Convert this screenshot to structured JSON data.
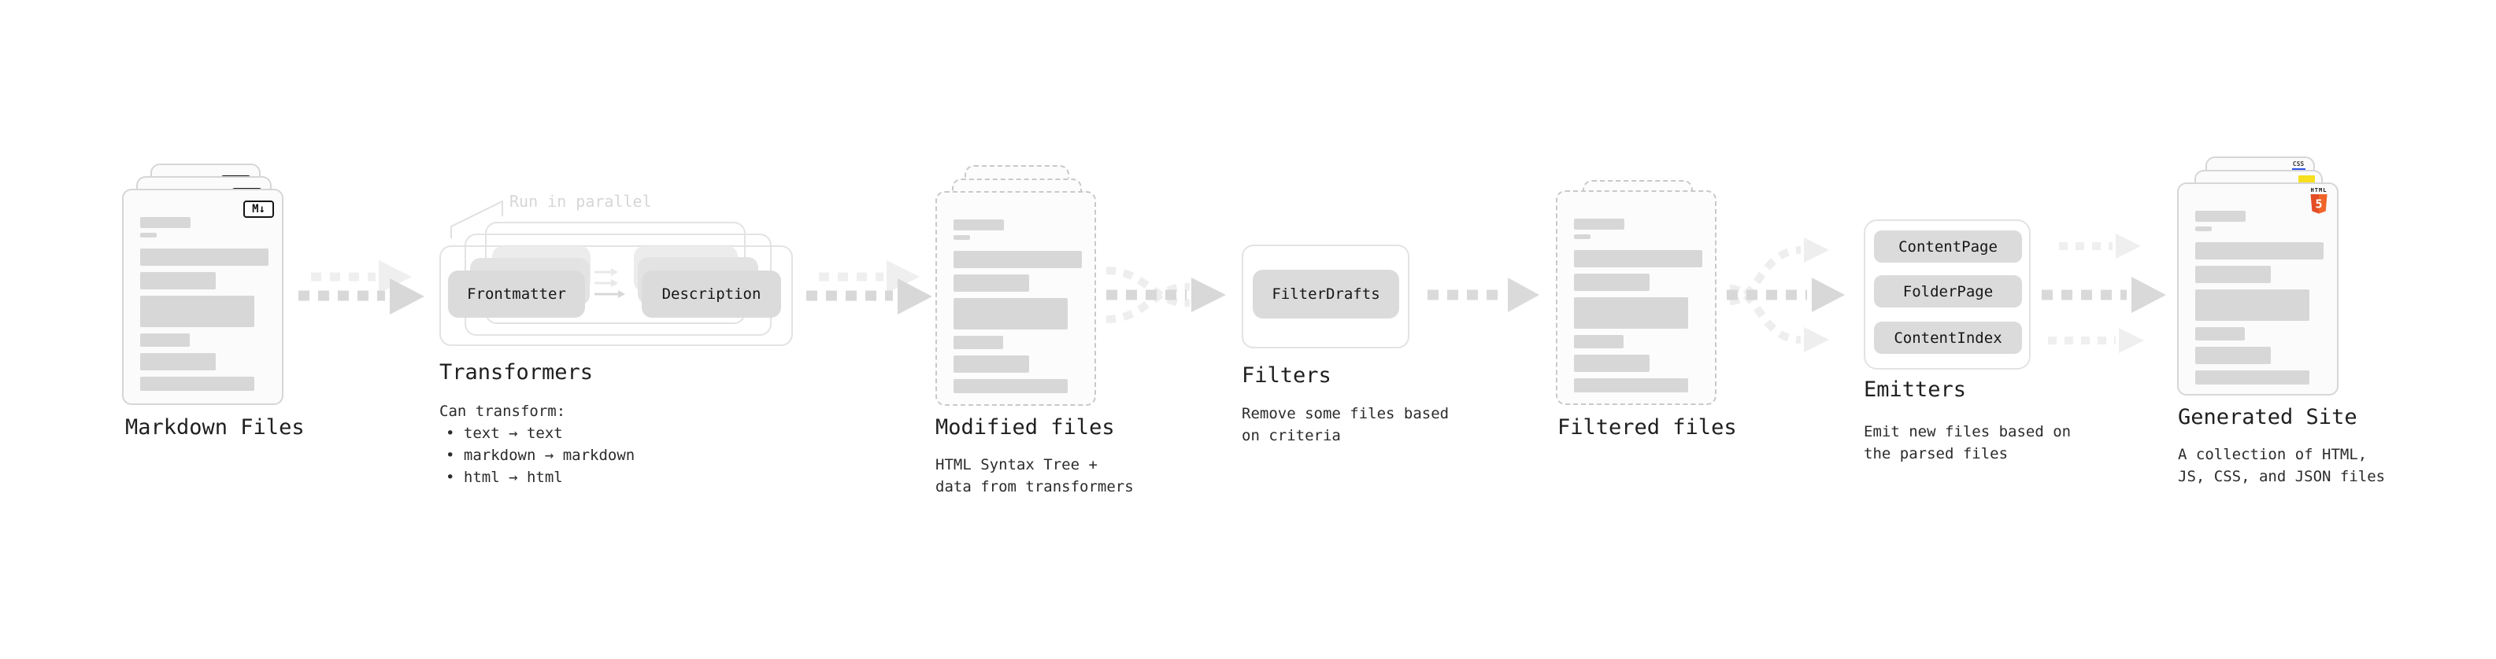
{
  "stages": {
    "markdown": {
      "label": "Markdown Files",
      "badge": "M↓"
    },
    "transformers": {
      "label": "Transformers",
      "note": "Run in parallel",
      "pill_left": "Frontmatter",
      "pill_right": "Description",
      "desc_title": "Can transform:",
      "bullets": [
        "• text → text",
        "• markdown → markdown",
        "• html → html"
      ]
    },
    "modified": {
      "label": "Modified files",
      "desc_lines": [
        "HTML Syntax Tree +",
        "data from transformers"
      ]
    },
    "filters": {
      "label": "Filters",
      "pill": "FilterDrafts",
      "desc_lines": [
        "Remove some files based",
        "on criteria"
      ]
    },
    "filtered": {
      "label": "Filtered files"
    },
    "emitters": {
      "label": "Emitters",
      "pills": [
        "ContentPage",
        "FolderPage",
        "ContentIndex"
      ],
      "desc_lines": [
        "Emit new files based on",
        "the parsed files"
      ]
    },
    "generated": {
      "label": "Generated Site",
      "desc_lines": [
        "A collection of HTML,",
        "JS, CSS, and JSON files"
      ],
      "css_badge": "CSS",
      "html_badge": "HTML",
      "html_number": "5"
    }
  },
  "colors": {
    "html5_orange": "#e44d26",
    "html5_orange_light": "#f16529",
    "js_yellow": "#f7df1e",
    "css_blue": "#2d53e5",
    "arrow_dark": "#d8d8d8",
    "arrow_light": "#efefef",
    "pill_gray": "#dbdbdb"
  }
}
